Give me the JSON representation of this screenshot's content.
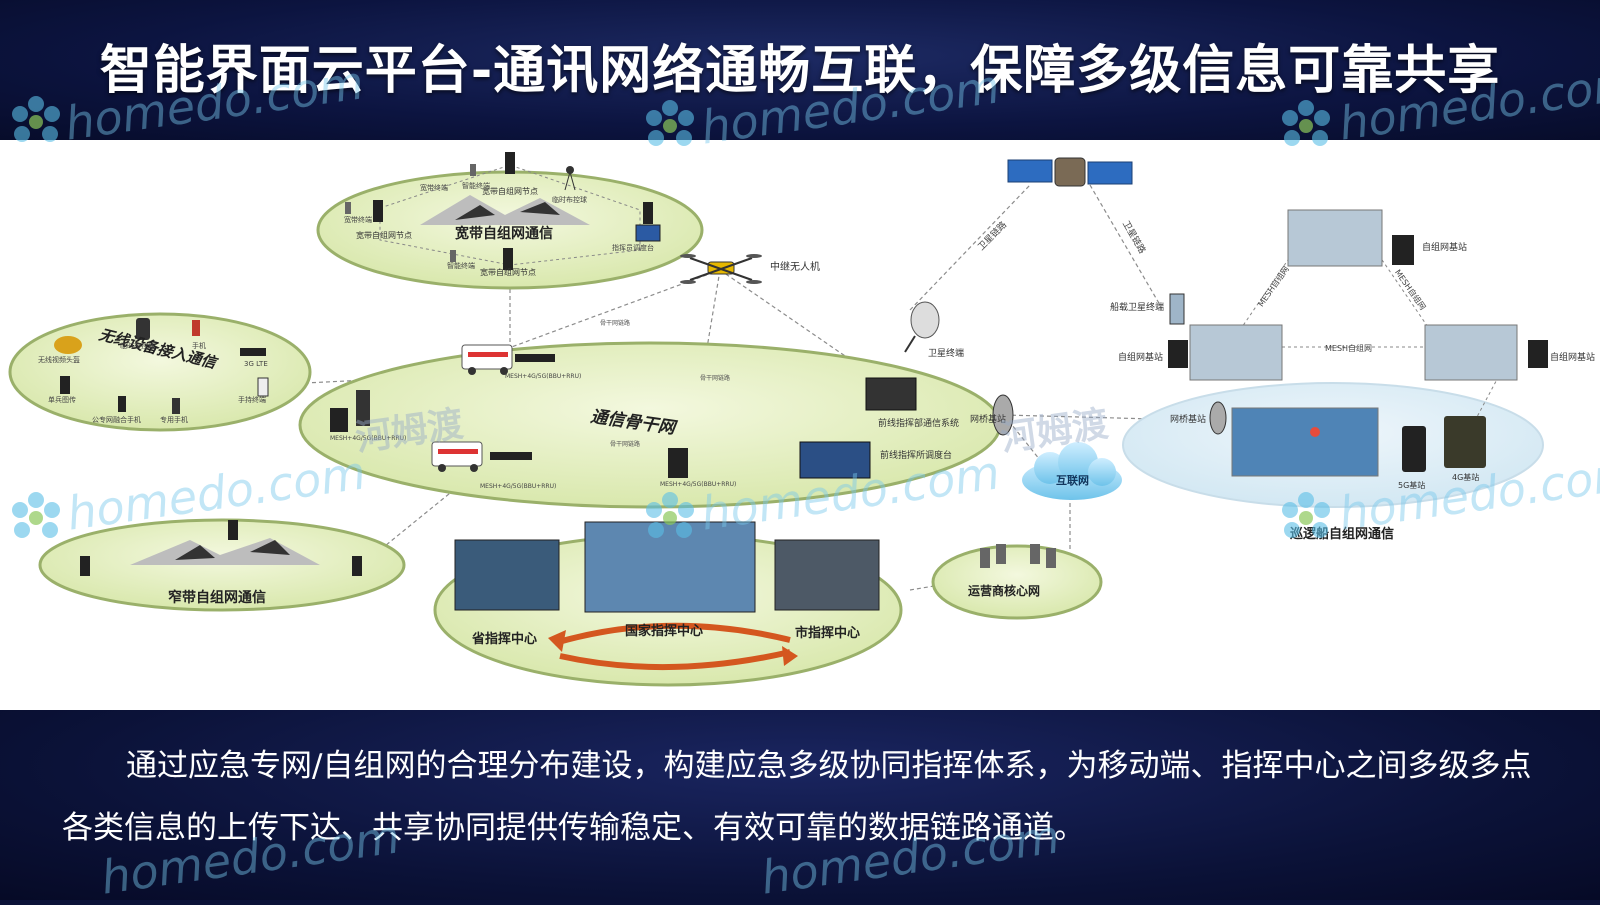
{
  "title": "智能界面云平台-通讯网络通畅互联，保障多级信息可靠共享",
  "description": "通过应急专网/自组网的合理分布建设，构建应急多级协同指挥体系，为移动端、指挥中心之间多级多点各类信息的上传下达、共享协同提供传输稳定、有效可靠的数据链路通道。",
  "watermark": {
    "brand": "homedo.com",
    "cn": "河姆渡"
  },
  "diagram": {
    "broadband": {
      "label": "宽带自组网通信",
      "node_top": "宽带自组网节点",
      "node_left": "宽带自组网节点",
      "node_bottom": "宽带自组网节点",
      "terminal_a": "智能终端",
      "terminal_b": "宽带终端",
      "terminal_c": "智能终端",
      "terminal_d": "宽带终端",
      "camera": "临时布控球",
      "console": "指挥员调度台"
    },
    "wireless": {
      "label": "无线设备接入通信",
      "helmet": "无线视频头盔",
      "ball": "临时布控球",
      "phone": "手机",
      "lte": "3G LTE",
      "ptt": "单兵图传",
      "public_phone": "公专网融合手机",
      "special_phone": "专用手机",
      "handheld": "手持终端"
    },
    "narrowband": {
      "label": "窄带自组网通信"
    },
    "backbone": {
      "label": "通信骨干网",
      "front_cmd": "前线指挥部通信系统",
      "front_console": "前线指挥所调度台",
      "bridge_base": "网桥基站",
      "mesh_a": "MESH+4G/5G(BBU+RRU)",
      "mesh_b": "MESH+4G/5G(BBU+RRU)",
      "mesh_c": "MESH+4G/5G(BBU+RRU)",
      "mesh_d": "MESH+4G/5G(BBU+RRU)",
      "link_a": "骨干网链路",
      "link_b": "骨干网链路",
      "link_c": "骨干网链路"
    },
    "drone": {
      "label": "中继无人机"
    },
    "satellite": {
      "link_left": "卫星链路",
      "link_right": "卫星链路",
      "terminal": "卫星终端"
    },
    "internet": {
      "label": "互联网"
    },
    "operator": {
      "label": "运营商核心网"
    },
    "command": {
      "province": "省指挥中心",
      "national": "国家指挥中心",
      "city": "市指挥中心"
    },
    "patrol": {
      "label": "巡逻船自组网通信",
      "mesh_left": "MESH自组网",
      "mesh_right": "MESH自组网",
      "mesh_bottom": "MESH自组网",
      "base_top": "自组网基站",
      "base_left": "自组网基站",
      "base_right": "自组网基站",
      "sat_terminal": "船载卫星终端",
      "bridge_base": "网桥基站",
      "base_5g": "5G基站",
      "base_4g": "4G基站"
    }
  },
  "colors": {
    "ellipse": "#e4efc4",
    "ellipse_edge": "#9ab06a",
    "band": "#0b1238",
    "arrow": "#d4571f"
  }
}
